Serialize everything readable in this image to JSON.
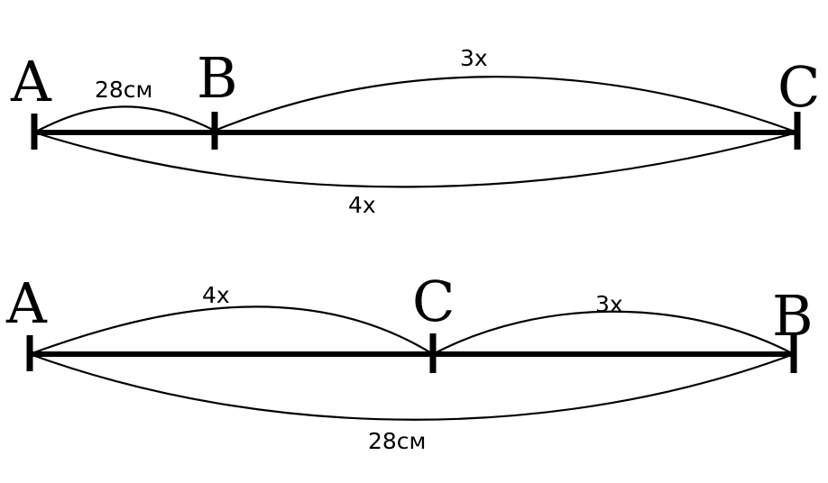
{
  "diagram1": {
    "points": [
      "A",
      "B",
      "C"
    ],
    "labels": {
      "ab": "28см",
      "bc": "3x",
      "ac": "4x"
    }
  },
  "diagram2": {
    "points": [
      "A",
      "C",
      "B"
    ],
    "labels": {
      "ac": "4x",
      "cb": "3x",
      "ab": "28см"
    }
  }
}
